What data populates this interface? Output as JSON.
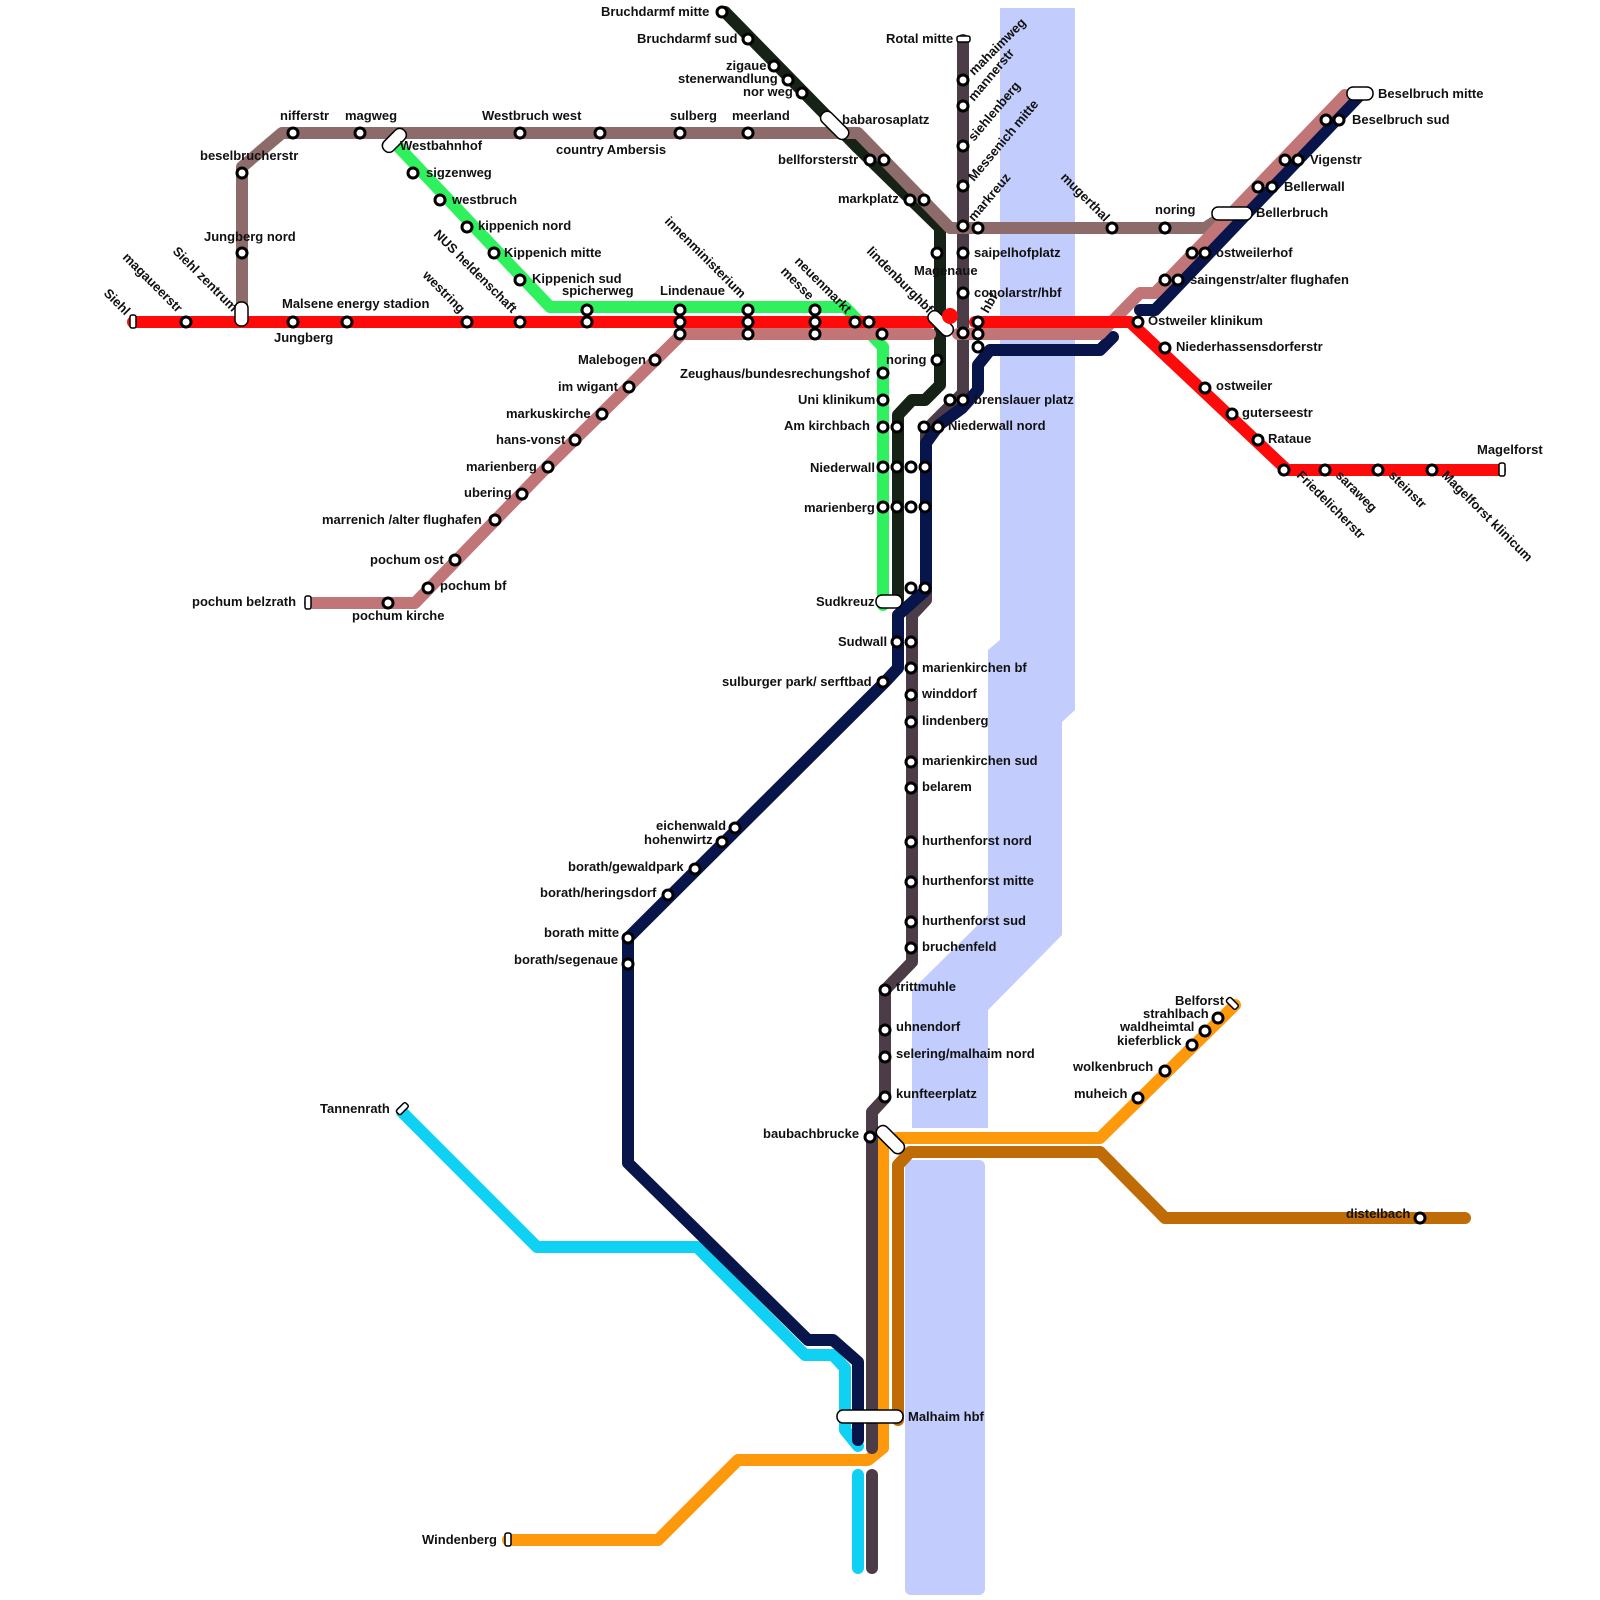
{
  "colors": {
    "water": "#c2cdfd",
    "red": "#ff0a0a",
    "pink": "#c27577",
    "brown": "#8c6b6a",
    "green": "#2ff05d",
    "dark_green": "#172216",
    "navy": "#07154a",
    "plum": "#4b3c47",
    "cyan": "#0ed1f4",
    "orange": "#fd990b",
    "dark_orange": "#bf6c07"
  },
  "stations": {
    "siehl": "Siehl",
    "magaueerstr": "magaueerstr",
    "siehl_zentrum": "Siehl zentrum",
    "jungberg": "Jungberg",
    "malsene": "Malsene energy stadion",
    "westring": "westring",
    "nus_heldenschaft": "NUS heldenschaft",
    "spicherweg": "spicherweg",
    "lindenaue": "Lindenaue",
    "innenministerium": "innenministerium",
    "messe": "messe",
    "neuenmarkt": "neuenmarkt",
    "lindenburghbf": "lindenburghbf",
    "hbf": "hbf",
    "ostweiler_klinikum": "Ostweiler klinikum",
    "niederhassensdorferstr": "Niederhassensdorferstr",
    "ostweiler": "ostweiler",
    "guterseestr": "guterseestr",
    "rataue": "Rataue",
    "friedelicherstr": "Friedelicherstr",
    "saraweg": "saraweg",
    "steinstr": "steinstr",
    "magelforst_klinicum": "Magelforst klinicum",
    "magelforst": "Magelforst",
    "nifferstr": "nifferstr",
    "magweg": "magweg",
    "westbruch_west": "Westbruch west",
    "country_ambersis": "country Ambersis",
    "sulberg": "sulberg",
    "meerland": "meerland",
    "babarosaplatz": "babarosaplatz",
    "beselbrucherstr": "beselbrucherstr",
    "jungberg_nord": "Jungberg nord",
    "westbahnhof": "Westbahnhof",
    "sigzenweg": "sigzenweg",
    "westbruch": "westbruch",
    "kippenich_nord": "kippenich nord",
    "kippenich_mitte": "Kippenich  mitte",
    "kippenich_sud": "Kippenich sud",
    "bruchdarmf_mitte": "Bruchdarmf mitte",
    "bruchdarmf_sud": "Bruchdarmf sud",
    "zigaue": "zigaue",
    "stenerwandlung": "stenerwandlung",
    "nor_weg": "nor weg",
    "bellforsterstr": "bellforsterstr",
    "markplatz": "markplatz",
    "magenaue": "Magenaue",
    "noring_w": "noring",
    "rotal_mitte": "Rotal mitte",
    "mahaimweg": "mahaimweg",
    "mannerstr": "mannerstr",
    "siehlenberg": "siehlenberg",
    "messenich_mitte": "Messenich mitte",
    "markreuz": "markreuz",
    "saipelhofplatz": "saipelhofplatz",
    "conolarstr": "conolarstr/hbf",
    "brenslauer_platz": "brenslauer platz",
    "niederwall_nord": "Niederwall nord",
    "mugerthal": "mugerthal",
    "noring_e": "noring",
    "bellerbruch": "Bellerbruch",
    "beselbruch_mitte": "Beselbruch mitte",
    "beselbruch_sud": "Beselbruch sud",
    "vigenstr": "Vigenstr",
    "bellerwall": "Bellerwall",
    "ostweilerhof": "ostweilerhof",
    "saingenstr": "saingenstr/alter flughafen",
    "malebogen": "Malebogen",
    "im_wigant": "im wigant",
    "markuskirche": "markuskirche",
    "hans_vonst": "hans-vonst",
    "marienberg_w": "marienberg",
    "ubering": "ubering",
    "marrenich": "marrenich /alter flughafen",
    "pochum_ost": "pochum ost",
    "pochum_bf": "pochum bf",
    "pochum_kirche": "pochum kirche",
    "pochum_belzrath": "pochum belzrath",
    "zeughaus": "Zeughaus/bundesrechungshof",
    "uni_klinikum": "Uni klinikum",
    "am_kirchbach": "Am kirchbach",
    "niederwall": "Niederwall",
    "marienberg_c": "marienberg",
    "sudkreuz": "Sudkreuz",
    "sudwall": "Sudwall",
    "sulburger_park": "sulburger park/ serftbad",
    "marienkirchen_bf": "marienkirchen bf",
    "winddorf": "winddorf",
    "lindenberg": "lindenberg",
    "marienkirchen_sud": "marienkirchen sud",
    "belarem": "belarem",
    "hurthenforst_nord": "hurthenforst nord",
    "hurthenforst_mitte": "hurthenforst mitte",
    "hurthenforst_sud": "hurthenforst sud",
    "bruchenfeld": "bruchenfeld",
    "trittmuhle": "trittmuhle",
    "uhnendorf": "uhnendorf",
    "selering": "selering/malhaim nord",
    "kunfteerplatz": "kunfteerplatz",
    "baubachbrucke": "baubachbrucke",
    "eichenwald": "eichenwald",
    "hohenwirtz": "hohenwirtz",
    "borath_gewaldpark": "borath/gewaldpark",
    "borath_heringsdorf": "borath/heringsdorf",
    "borath_mitte": "borath mitte",
    "borath_segenaue": "borath/segenaue",
    "tannenrath": "Tannenrath",
    "malhaim_hbf": "Malhaim hbf",
    "windenberg": "Windenberg",
    "belforst": "Belforst",
    "strahlbach": "strahlbach",
    "waldheimtal": "waldheimtal",
    "kieferblick": "kieferblick",
    "wolkenbruch": "wolkenbruch",
    "muheich": "muheich",
    "distelbach": "distelbach"
  }
}
